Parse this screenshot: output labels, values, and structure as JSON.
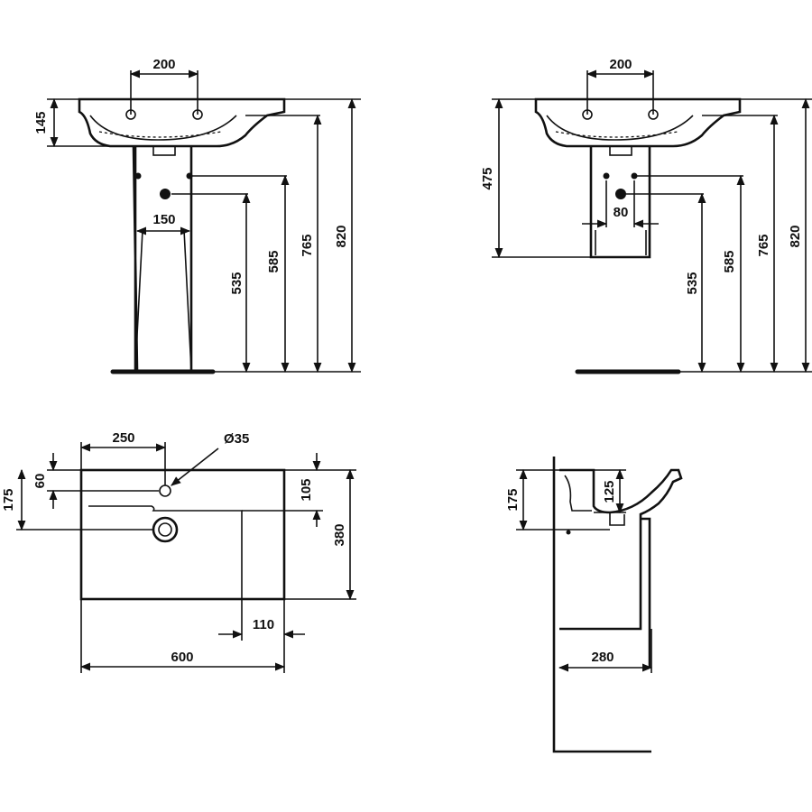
{
  "views": {
    "front_pedestal": {
      "dims": {
        "tap_spacing": "200",
        "basin_height": "145",
        "pedestal_width": "150",
        "h1": "535",
        "h2": "585",
        "h3": "765",
        "h4": "820"
      }
    },
    "front_semipedestal": {
      "dims": {
        "tap_spacing": "200",
        "height": "475",
        "shroud_width": "80",
        "h1": "535",
        "h2": "585",
        "h3": "765",
        "h4": "820"
      }
    },
    "plan": {
      "dims": {
        "tap_offset": "250",
        "hole_diameter": "Ø35",
        "tap_depth": "60",
        "waste_depth": "175",
        "right_depth": "105",
        "total_depth": "380",
        "right_offset": "110",
        "width": "600"
      }
    },
    "side": {
      "dims": {
        "height": "175",
        "inner_height": "125",
        "depth": "280"
      }
    }
  },
  "colors": {
    "line": "#111111",
    "background": "#ffffff"
  }
}
